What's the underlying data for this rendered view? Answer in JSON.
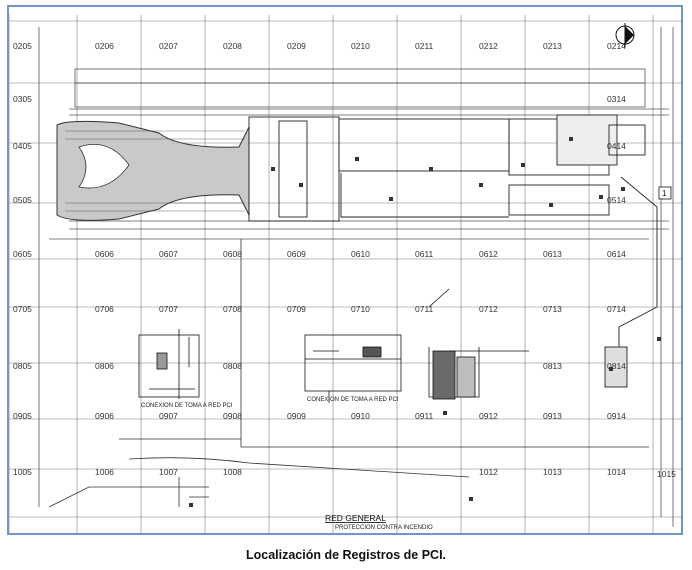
{
  "caption": "Localización de Registros de PCI.",
  "plan": {
    "title": "RED GENERAL",
    "subtitle": "PROTECCION CONTRA INCENDIO",
    "grid_rows": [
      [
        "0205",
        "0206",
        "0207",
        "0208",
        "0209",
        "0210",
        "0211",
        "0212",
        "0213",
        "0214"
      ],
      [
        "0305",
        "",
        "",
        "",
        "",
        "",
        "",
        "",
        "",
        "0314"
      ],
      [
        "0405",
        "",
        "",
        "",
        "",
        "",
        "",
        "",
        "",
        "0414"
      ],
      [
        "0505",
        "",
        "",
        "",
        "",
        "",
        "",
        "",
        "",
        "0514"
      ],
      [
        "0605",
        "0606",
        "0607",
        "0608",
        "0609",
        "0610",
        "0611",
        "0612",
        "0613",
        "0614"
      ],
      [
        "0705",
        "0706",
        "0707",
        "0708",
        "0709",
        "0710",
        "0711",
        "0712",
        "0713",
        "0714"
      ],
      [
        "0805",
        "0806",
        "",
        "0808",
        "",
        "",
        "",
        "",
        "0813",
        "0814"
      ],
      [
        "0905",
        "0906",
        "0907",
        "0908",
        "0909",
        "0910",
        "0911",
        "0912",
        "0913",
        "0914"
      ],
      [
        "1005",
        "1006",
        "1007",
        "1008",
        "",
        "",
        "",
        "1012",
        "1013",
        "1014"
      ]
    ],
    "edge_labels": [
      "1015"
    ],
    "detail_captions": [
      "CONEXION DE TOMA A RED PCI",
      "CONEXION DE TOMA A RED PCI"
    ],
    "marker": "1"
  }
}
